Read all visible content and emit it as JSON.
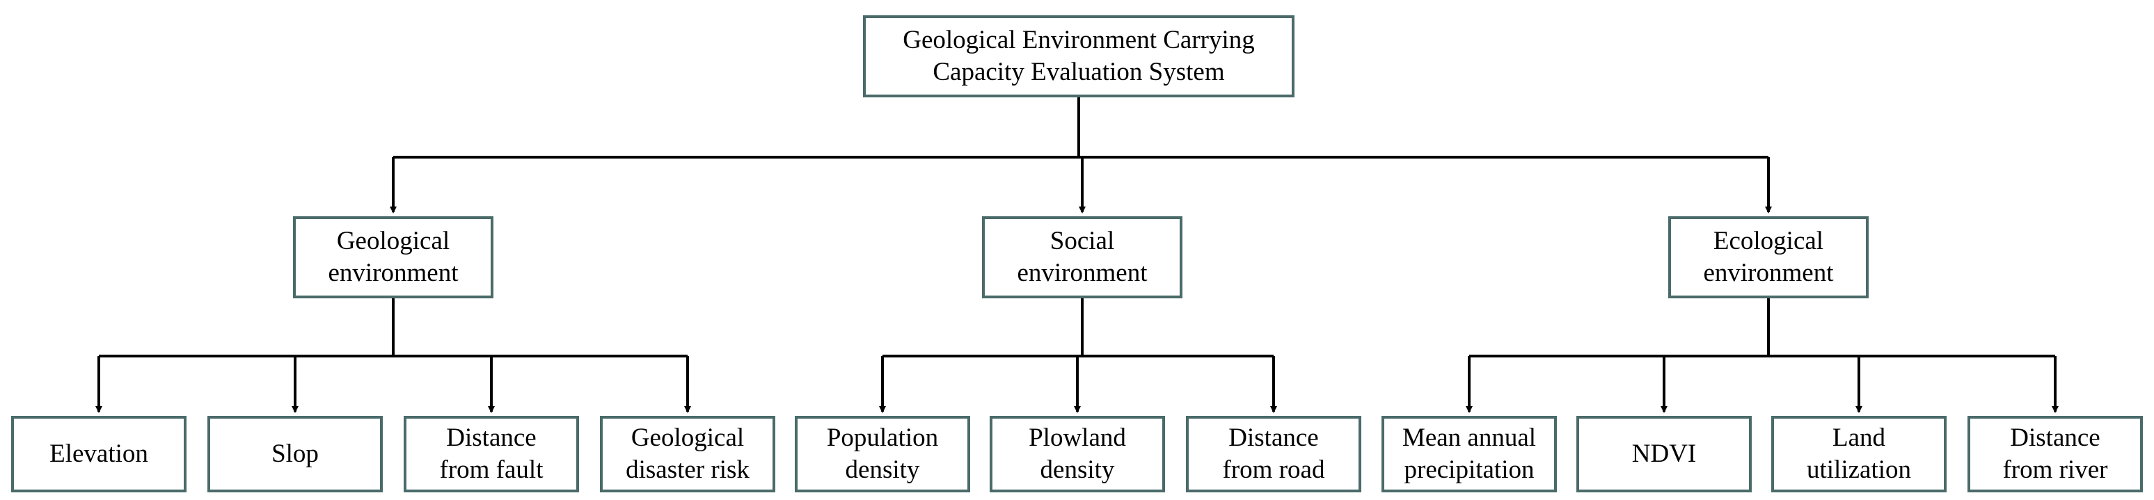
{
  "root": {
    "label": "Geological Environment Carrying\nCapacity Evaluation System"
  },
  "categories": [
    {
      "label": "Geological\nenvironment",
      "indicators": [
        "Elevation",
        "Slop",
        "Distance\nfrom fault",
        "Geological\ndisaster risk"
      ]
    },
    {
      "label": "Social\nenvironment",
      "indicators": [
        "Population\ndensity",
        "Plowland\ndensity",
        "Distance\nfrom road"
      ]
    },
    {
      "label": "Ecological\nenvironment",
      "indicators": [
        "Mean annual\nprecipitation",
        "NDVI",
        "Land\nutilization",
        "Distance\nfrom river"
      ]
    }
  ],
  "style": {
    "box_border_color": "#4a6b6a",
    "connector_color": "#000000"
  }
}
